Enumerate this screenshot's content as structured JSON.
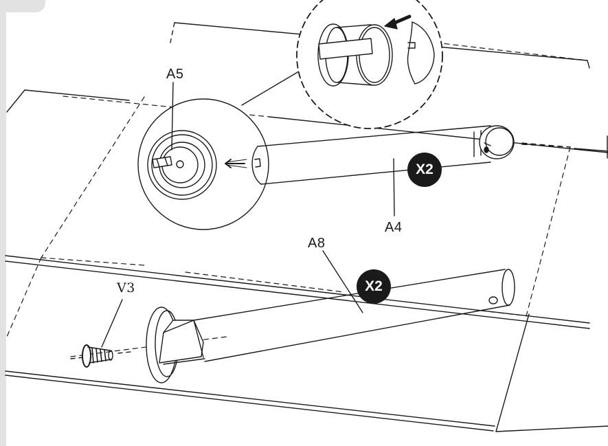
{
  "labels": {
    "a5": "A5",
    "a4": "A4",
    "a8": "A8",
    "v3": "V3"
  },
  "badges": {
    "upper_qty": "X2",
    "lower_qty": "X2"
  },
  "colors": {
    "ink": "#1a1a1a",
    "background": "#ffffff",
    "tab": "#e2e2e2"
  }
}
